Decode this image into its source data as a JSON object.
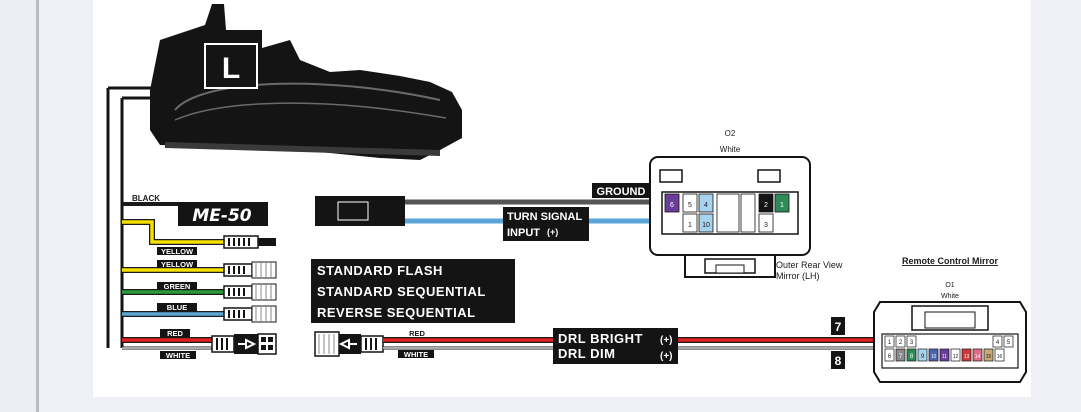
{
  "wires": {
    "black": "BLACK",
    "yellow_1": "YELLOW",
    "yellow_2": "YELLOW",
    "green": "GREEN",
    "blue": "BLUE",
    "red_left": "RED",
    "white_left": "WHITE",
    "red_right": "RED",
    "white_right": "WHITE"
  },
  "module": {
    "logo": "ME-50",
    "tab_letter": "L"
  },
  "labels": {
    "ground": "GROUND",
    "turn_signal_line1": "TURN SIGNAL",
    "turn_signal_line2": "INPUT",
    "turn_signal_polarity": "(+)",
    "mode_1": "STANDARD FLASH",
    "mode_2": "STANDARD SEQUENTIAL",
    "mode_3": "REVERSE SEQUENTIAL",
    "drl_bright": "DRL BRIGHT",
    "drl_bright_polarity": "(+)",
    "drl_dim": "DRL DIM",
    "drl_dim_polarity": "(+)"
  },
  "connector_o2": {
    "name": "O2",
    "color": "White",
    "caption_line1": "Outer Rear View",
    "caption_line2": "Mirror (LH)",
    "pins": [
      "6",
      "5",
      "4",
      "1",
      "10",
      "2",
      "1",
      "3"
    ]
  },
  "connector_o1": {
    "heading": "Remote Control Mirror",
    "name": "O1",
    "color": "White",
    "pins_top": [
      "1",
      "2",
      "3",
      "4",
      "5"
    ],
    "pins_bottom": [
      "6",
      "7",
      "8",
      "9",
      "10",
      "11",
      "12",
      "13",
      "14",
      "15",
      "16"
    ],
    "pin_7_callout": "7",
    "pin_8_callout": "8"
  },
  "colors": {
    "black": "#1a1a1a",
    "ground": "#555555",
    "blue": "#5aa6d8",
    "yellow": "#f5e000",
    "green": "#2a9a3a",
    "red": "#e02020",
    "white_wire": "#d8d8d8",
    "purple_pin": "#6a3d9a",
    "green_pin": "#2e8b57",
    "light_blue_pin": "#a7d3ef",
    "red_pin": "#d0383b",
    "pink_pin": "#e06a8a",
    "tan_pin": "#c8a878"
  }
}
